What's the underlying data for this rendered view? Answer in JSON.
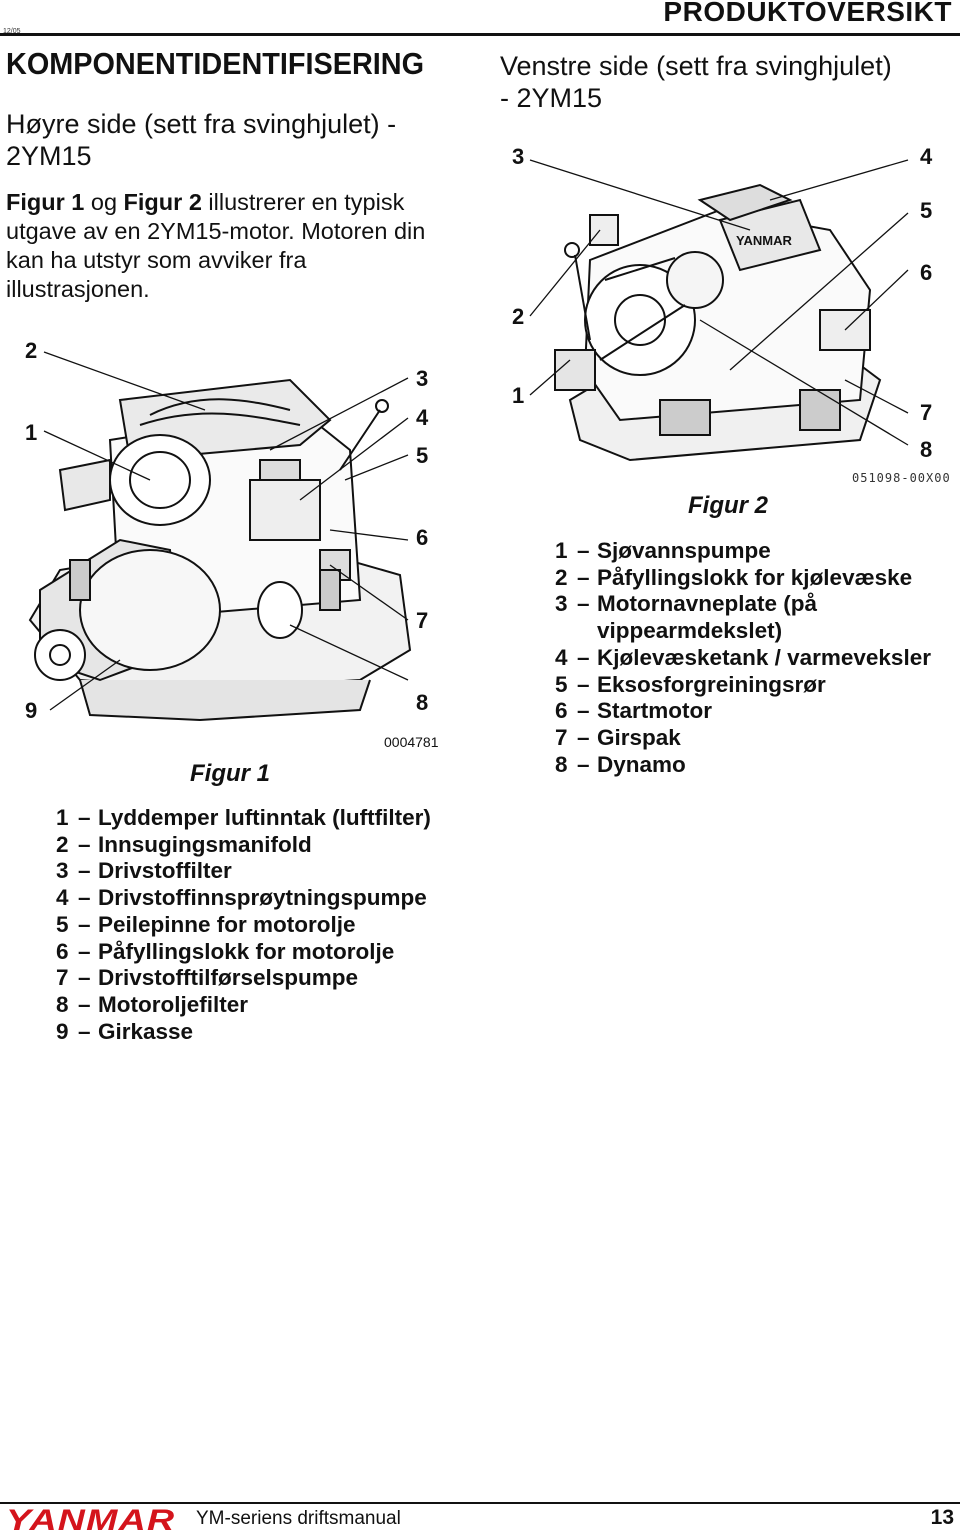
{
  "page": {
    "small_code": "12/05",
    "header": "PRODUKTOVERSIKT",
    "title": "KOMPONENTIDENTIFISERING",
    "left_heading": "Høyre side (sett fra svinghjulet) - 2YM15",
    "left_heading_line1": "Høyre side (sett fra svinghjulet) -",
    "left_heading_line2": "2YM15",
    "intro_bold_1": "Figur 1",
    "intro_mid": " og ",
    "intro_bold_2": "Figur 2",
    "intro_rest": " illustrerer en typisk utgave av en 2YM15-motor. Motoren din kan ha utstyr som avviker fra illustrasjonen.",
    "right_heading_line1": "Venstre side (sett fra svinghjulet)",
    "right_heading_line2": "- 2YM15"
  },
  "figure1": {
    "caption": "Figur 1",
    "code": "0004781",
    "callouts": [
      "1",
      "2",
      "3",
      "4",
      "5",
      "6",
      "7",
      "8",
      "9"
    ],
    "legend": [
      {
        "num": "1",
        "text": "Lyddemper luftinntak (luftfilter)"
      },
      {
        "num": "2",
        "text": "Innsugingsmanifold"
      },
      {
        "num": "3",
        "text": "Drivstoffilter"
      },
      {
        "num": "4",
        "text": "Drivstoffinnsprøytningspumpe"
      },
      {
        "num": "5",
        "text": "Peilepinne for motorolje"
      },
      {
        "num": "6",
        "text": "Påfyllingslokk for motorolje"
      },
      {
        "num": "7",
        "text": "Drivstofftilførselspumpe"
      },
      {
        "num": "8",
        "text": "Motoroljefilter"
      },
      {
        "num": "9",
        "text": "Girkasse"
      }
    ]
  },
  "figure2": {
    "caption": "Figur 2",
    "code": "051098-00X00",
    "engine_label": "YANMAR",
    "callouts": [
      "1",
      "2",
      "3",
      "4",
      "5",
      "6",
      "7",
      "8"
    ],
    "legend": [
      {
        "num": "1",
        "text": "Sjøvannspumpe"
      },
      {
        "num": "2",
        "text": "Påfyllingslokk for kjølevæske"
      },
      {
        "num": "3",
        "text": "Motornavneplate (på vippearmdekslet)"
      },
      {
        "num": "4",
        "text": "Kjølevæsketank / varmeveksler"
      },
      {
        "num": "5",
        "text": "Eksosforgreiningsrør"
      },
      {
        "num": "6",
        "text": "Startmotor"
      },
      {
        "num": "7",
        "text": "Girspak"
      },
      {
        "num": "8",
        "text": "Dynamo"
      }
    ]
  },
  "footer": {
    "brand": "YANMAR",
    "manual": "YM-seriens driftsmanual",
    "page_number": "13"
  },
  "colors": {
    "brand_red": "#d4141c",
    "ink": "#111111"
  }
}
